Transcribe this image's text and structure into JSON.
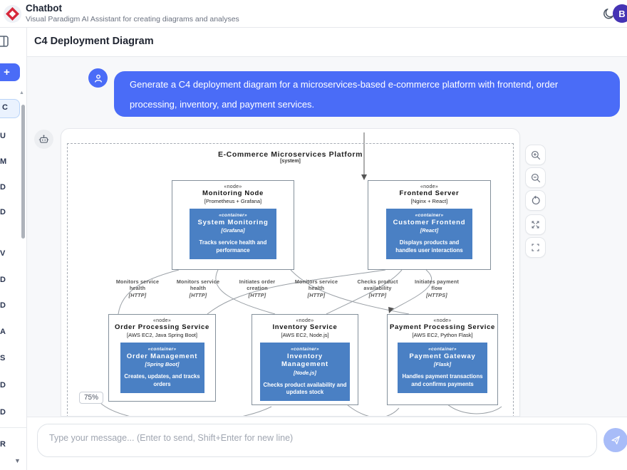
{
  "colors": {
    "accent": "#4a6cf7",
    "container_blue": "#4a80c4",
    "profile_purple": "#4533b4",
    "send_button_blue": "#a8bcf8",
    "chat_background": "#f7f8fa"
  },
  "header": {
    "title": "Chatbot",
    "subtitle": "Visual Paradigm AI Assistant for creating diagrams and analyses",
    "profile_initial": "B"
  },
  "page": {
    "title": "C4 Deployment Diagram"
  },
  "sidebar": {
    "new_button": "+",
    "fragments": [
      "C",
      "U",
      "M",
      "D",
      "D",
      "V",
      "D",
      "D",
      "A",
      "S",
      "D",
      "D",
      "R"
    ],
    "scroll_up_glyph": "▲",
    "scroll_down_glyph": "▼"
  },
  "chat": {
    "user_message": "Generate a C4 deployment diagram for a microservices-based e-commerce platform with frontend, order processing, inventory, and payment services.",
    "zoom_badge": "75%"
  },
  "composer": {
    "placeholder": "Type your message... (Enter to send, Shift+Enter for new line)"
  },
  "toolbar_icons": [
    "zoom-in-icon",
    "zoom-out-icon",
    "reset-view-icon",
    "expand-icon",
    "fullscreen-icon"
  ],
  "diagram": {
    "title": "E-Commerce Microservices Platform",
    "subtitle": "[system]",
    "nodes": [
      {
        "stereotype": "«node»",
        "name": "Monitoring Node",
        "tech": "[Prometheus + Grafana]",
        "container": {
          "stereotype": "«container»",
          "name": "System Monitoring",
          "tech": "[Grafana]",
          "description": "Tracks service health and performance"
        }
      },
      {
        "stereotype": "«node»",
        "name": "Frontend Server",
        "tech": "[Nginx + React]",
        "container": {
          "stereotype": "«container»",
          "name": "Customer Frontend",
          "tech": "[React]",
          "description": "Displays products and handles user interactions"
        }
      },
      {
        "stereotype": "«node»",
        "name": "Order Processing Service",
        "tech": "[AWS EC2, Java Spring Boot]",
        "container": {
          "stereotype": "«container»",
          "name": "Order Management",
          "tech": "[Spring Boot]",
          "description": "Creates, updates, and tracks orders"
        }
      },
      {
        "stereotype": "«node»",
        "name": "Inventory Service",
        "tech": "[AWS EC2, Node.js]",
        "container": {
          "stereotype": "«container»",
          "name": "Inventory Management",
          "tech": "[Node.js]",
          "description": "Checks product availability and updates stock"
        }
      },
      {
        "stereotype": "«node»",
        "name": "Payment Processing Service",
        "tech": "[AWS EC2, Python Flask]",
        "container": {
          "stereotype": "«container»",
          "name": "Payment Gateway",
          "tech": "[Flask]",
          "description": "Handles payment transactions and confirms payments"
        }
      }
    ],
    "edges": [
      {
        "l1": "Monitors service",
        "l2": "health",
        "proto": "[HTTP]"
      },
      {
        "l1": "Monitors service",
        "l2": "health",
        "proto": "[HTTP]"
      },
      {
        "l1": "Initiates order",
        "l2": "creation",
        "proto": "[HTTP]"
      },
      {
        "l1": "Monitors service",
        "l2": "health",
        "proto": "[HTTP]"
      },
      {
        "l1": "Checks product",
        "l2": "availability",
        "proto": "[HTTP]"
      },
      {
        "l1": "Initiates payment",
        "l2": "flow",
        "proto": "[HTTPS]"
      }
    ]
  }
}
